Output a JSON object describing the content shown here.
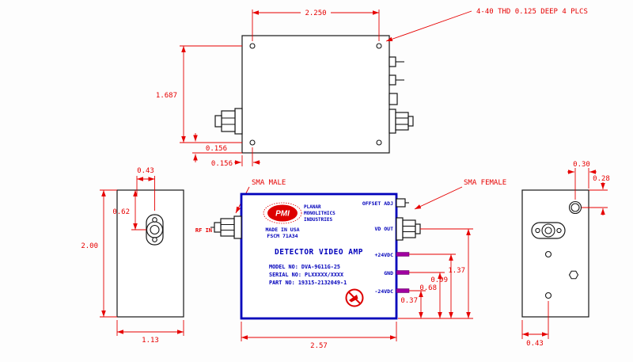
{
  "colors": {
    "dimension_red": "#e60000",
    "outline_black": "#161616",
    "panel_blue": "#0000bb",
    "pin_magenta": "#a000a0",
    "logo_red": "#dd0000"
  },
  "notes": {
    "thd": "4-40 THD 0.125 DEEP 4 PLCS",
    "sma_male": "SMA MALE",
    "sma_female": "SMA FEMALE"
  },
  "top_view": {
    "width": "2.250",
    "height": "1.687",
    "hole_offset_y": "0.156",
    "hole_offset_x": "0.156"
  },
  "left_view": {
    "conn_offset": "0.43",
    "conn_depth": "0.62",
    "height": "2.00",
    "width": "1.13"
  },
  "front_view": {
    "rf_in": "RF IN",
    "offset_adj": "OFFSET ADJ",
    "vd_out": "VD OUT",
    "plus_24": "+24VDC",
    "gnd": "GND",
    "minus_24": "-24VDC",
    "logo": "PMI",
    "brand_1": "PLANAR",
    "brand_2": "MONOLITHICS",
    "brand_3": "INDUSTRIES",
    "made_in": "MADE IN USA",
    "fscm": "FSCM 71A34",
    "product": "DETECTOR VIDEO AMP",
    "model": "MODEL NO: DVA-9G11G-25",
    "serial": "SERIAL NO: PLXXXXX/XXXX",
    "part": "PART NO: 19315-2132049-1",
    "width": "2.57",
    "dim_vd_out": "1.37",
    "dim_plus24": "0.99",
    "dim_gnd": "0.68",
    "dim_minus24": "0.37"
  },
  "right_view": {
    "hole_from_edge": "0.30",
    "hole_from_top": "0.28",
    "conn_from_edge": "0.43"
  }
}
